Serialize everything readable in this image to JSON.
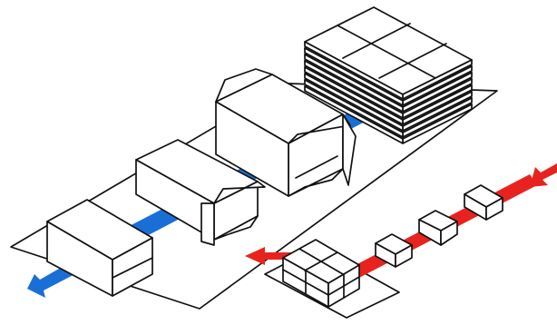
{
  "colors": {
    "background": "#ffffff",
    "outline": "#111111",
    "fill": "#ffffff",
    "blue_flow": "#1a6fd6",
    "red_flow": "#e8231f"
  },
  "icons": {
    "blue_arrow": "arrow-left-down",
    "red_arrow_in": "arrow-left-down",
    "red_arrow_out": "arrow-left"
  },
  "diagram": {
    "flat_blank_stack_sheets": 8,
    "cartons_on_blue_line": 3,
    "small_items_on_red_line": 3,
    "pallet_load_cases": 6
  }
}
